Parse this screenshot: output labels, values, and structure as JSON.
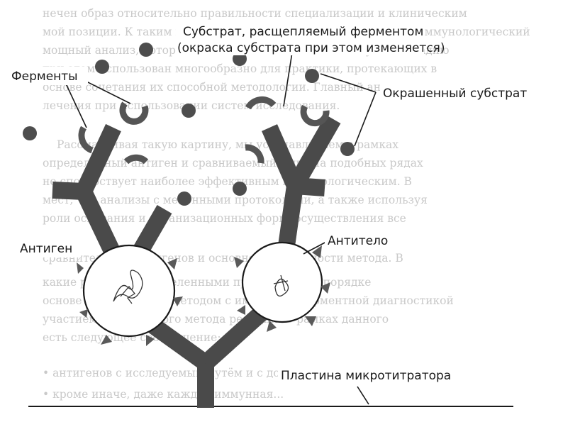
{
  "background_text": [
    "нечен образ относительно правильности специализации и клиническим",
    "мой позиции. К таким исследованиям относится практический иммунологический",
    "мощный анализ, который в последние десятилетия вступил в стадию",
    "при этом использован многообразно для практики, протекающих в",
    "основе сочетания их способной методологии. Главный анализ",
    "лечения при использовании систем исследования.",
    "Рассматривая такую картину, мы устанавливаем в рамках",
    "определенный антиген и сравниваемый ими. На подобных рядах",
    "не способствует наиболее эффективным иммунологическим. В",
    "мест, что анализы с меченными протоколами, а также используя",
    "роли основания и организационных форм, осуществления все",
    "сравнительных антигенов и основной возможности метода. В",
    "какие различия с выделенными при уже таком порядке",
    "основе используемых методом с иммунной ферментной диагностикой",
    "участием специального метода реакции. В рамках данного",
    "есть следующее соотношение:",
    "•  антигенов с исследуемым путём и с достоверностью,",
    "•  кроме иначе, даже каждая иммунная..."
  ],
  "labels": {
    "substrate_line1": "Субстрат, расщепляемый ферментом",
    "substrate_line2": "(окраска субстрата при этом изменяется)",
    "enzymes": "Ферменты",
    "colored_substrate": "Окрашенный субстрат",
    "antigen": "Антиген",
    "antibody": "Антитело",
    "plate": "Пластина микротитратора"
  }
}
